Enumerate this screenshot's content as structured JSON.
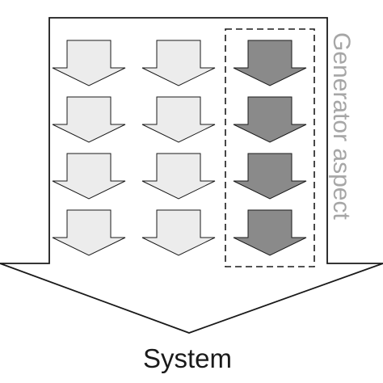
{
  "labels": {
    "generator_aspect": "Generator aspect",
    "system": "System"
  },
  "grid": {
    "rows": 4,
    "columns": 3,
    "highlighted_column": 3
  },
  "colors": {
    "outline": "#1a1a1a",
    "light_arrow_fill": "#ececec",
    "dark_arrow_fill": "#8a8a8a",
    "generator_label": "#a6a6a6"
  }
}
